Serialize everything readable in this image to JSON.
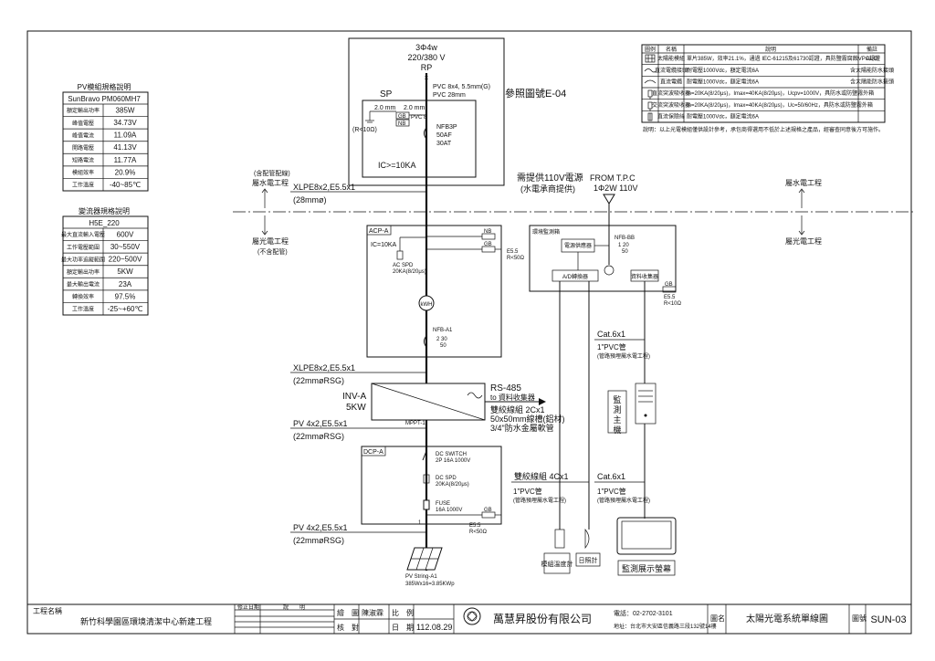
{
  "pv_spec": {
    "title": "PV模組規格說明",
    "model": "SunBravo PM060MH7",
    "rows": [
      {
        "k": "額定輸出功率",
        "v": "385W"
      },
      {
        "k": "峰值電壓",
        "v": "34.73V"
      },
      {
        "k": "峰值電流",
        "v": "11.09A"
      },
      {
        "k": "開路電壓",
        "v": "41.13V"
      },
      {
        "k": "短路電流",
        "v": "11.77A"
      },
      {
        "k": "模組效率",
        "v": "20.9%"
      },
      {
        "k": "工作溫度",
        "v": "-40~85℃"
      }
    ]
  },
  "inv_spec": {
    "title": "變流器規格說明",
    "model": "H5E_220",
    "rows": [
      {
        "k": "最大直流輸入電壓",
        "v": "600V"
      },
      {
        "k": "工作電壓範圍",
        "v": "30~550V"
      },
      {
        "k": "最大功率追蹤範圍",
        "v": "220~500V"
      },
      {
        "k": "額定輸出功率",
        "v": "5KW"
      },
      {
        "k": "最大輸出電流",
        "v": "23A"
      },
      {
        "k": "轉換效率",
        "v": "97.5%"
      },
      {
        "k": "工作溫度",
        "v": "-25~+60℃"
      }
    ]
  },
  "legend": {
    "headers": [
      "圖例",
      "名稱",
      "說明",
      "備註"
    ],
    "rows": [
      {
        "name": "太陽能模組",
        "desc": "單片385W，效率21.1%，通過 IEC-61215及61730認證，具防鹽霧腐蝕VPC認證",
        "note": "AUO"
      },
      {
        "name": "直流電纜接頭",
        "desc": "耐電壓1000Vdc，額定電流6A",
        "note": "含太陽能防水接頭"
      },
      {
        "name": "直流電纜",
        "desc": "耐電壓1000Vdc，額定電流6A",
        "note": "含太陽能防水接頭"
      },
      {
        "name": "直流突波吸收器",
        "desc": "In=20KA(8/20μs)，Imax=40KA(8/20μs)，Ucpv=1000V，具防水或防鹽霧外箱",
        "note": ""
      },
      {
        "name": "交流突波吸收器",
        "desc": "In=20KA(8/20μs)，Imax=40KA(8/20μs)，Uc=50/60Hz，具防水或防鹽霧外箱",
        "note": ""
      },
      {
        "name": "直流保險絲",
        "desc": "耐電壓1000Vdc，額定電流6A",
        "note": ""
      }
    ],
    "note": "說明：以上光電模組僅供設計參考，承包商得選用不低於上述規格之產品，經審查同意後方可施作。"
  },
  "rp": {
    "line1": "3Φ4w",
    "line2": "220/380 V",
    "label": "RP"
  },
  "sp": {
    "label": "SP",
    "pvc_note1": "PVC 8x4, 5.5mm(G)",
    "pvc_note2": "PVC 28mm",
    "ground": "(R<10Ω)",
    "nfb": [
      "NFB3P",
      "50AF",
      "30AT"
    ],
    "ic": "IC>=10KA",
    "mm1": "2.0 mm",
    "mm2": "2.0 mm",
    "gb": "GB",
    "nb": "NB",
    "pvc8": "PVC 8"
  },
  "ref_drawing": "參照圖號E-04",
  "split": {
    "left_top": "(含配管配線)",
    "left_top2": "屬水電工程",
    "left_bot": "屬光電工程",
    "left_bot2": "(不含配管)",
    "right_top": "屬水電工程",
    "right_bot": "屬光電工程"
  },
  "cables": {
    "xlpe1": "XLPE8x2,E5.5x1",
    "xlpe1_conduit": "(28mmø)",
    "xlpe2": "XLPE8x2,E5.5x1",
    "xlpe2_conduit": "(22mmøRSG)",
    "pv1": "PV 4x2,E5.5x1",
    "pv1_conduit": "(22mmøRSG)",
    "pv2": "PV 4x2,E5.5x1",
    "pv2_conduit": "(22mmøRSG)"
  },
  "acp": {
    "label": "ACP-A",
    "ic": "IC=10KA",
    "spd": [
      "AC SPD",
      "20KA(8/20μs)"
    ],
    "kwh": "kWH",
    "nfb": [
      "NFB-A1",
      "2 30",
      "50"
    ],
    "nb": "NB",
    "gb": "GB",
    "e": "E5.5",
    "r": "R<50Ω"
  },
  "inverter": {
    "label": "INV-A",
    "kw": "5KW",
    "mppt": "MPPT-1",
    "rs485": "RS-485",
    "to": "to 資料收集器",
    "cable": "雙絞線組 2Cx1",
    "duct": "50x50mm線槽(鋁材)",
    "conduit": "3/4\"防水金屬軟管"
  },
  "dcp": {
    "label": "DCP-A",
    "switch": [
      "DC SWITCH",
      "2P 16A 1000V"
    ],
    "spd": [
      "DC SPD",
      "20KA(8/20μs)"
    ],
    "fuse": [
      "FUSE",
      "16A 1000V"
    ],
    "gb": "GB",
    "e": "E5.5",
    "r": "R<50Ω",
    "num": "1"
  },
  "pv_string": {
    "line1": "PV String-A1",
    "line2": "385Wx16=3.85KWp"
  },
  "power_source": {
    "line1": "需提供110V電源",
    "line2": "(水電承商提供)",
    "tpc1": "FROM T.P.C",
    "tpc2": "1Φ2W 110V"
  },
  "monitor_panel": {
    "label": "環境監測箱",
    "ps": "電源供應器",
    "ad": "A/D轉換器",
    "dc": "資料收集器",
    "nfb": [
      "NFB-BB",
      "1 20",
      "50"
    ],
    "gb": "GB",
    "e": "E5.5",
    "r": "R<10Ω"
  },
  "monitor_cables": {
    "cat_top": "Cat.6x1",
    "pvc_top": "1\"PVC管",
    "pvc_top_note": "(管路預埋屬水電工程)",
    "twisted": "雙絞線組 4Cx1",
    "pvc_left": "1\"PVC管",
    "pvc_left_note": "(管路預埋屬水電工程)",
    "cat_right": "Cat.6x1",
    "pvc_right": "1\"PVC管",
    "pvc_right_note": "(管路預埋屬水電工程)"
  },
  "devices": {
    "host": "監測主機",
    "temp": "模組溫度計",
    "irr": "日照計",
    "screen": "監測展示螢幕"
  },
  "title_block": {
    "project_label": "工程名稱",
    "project": "新竹科學園區環境清潔中心新建工程",
    "rev_date": "修正日期",
    "rev_desc": "說　　明",
    "drawn": "繪　圖",
    "drawn_by": "陳淑霖",
    "check": "核　對",
    "scale": "比　例",
    "date_label": "日　期",
    "date": "112.08.29",
    "company": "萬慧昇股份有限公司",
    "phone": "電話：02-2702-3101",
    "address": "地址：台北市大安區信義路三段132號14樓",
    "name_label": "圖名",
    "name": "太陽光電系統單線圖",
    "num_label": "圖號",
    "num": "SUN-03"
  }
}
